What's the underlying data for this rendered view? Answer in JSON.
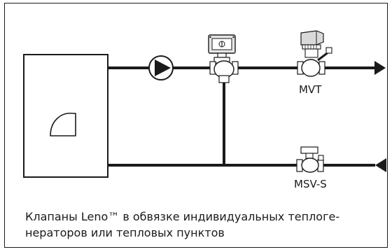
{
  "diagram": {
    "labels": {
      "valve_top": "MVT",
      "valve_bottom": "MSV-S"
    },
    "caption": {
      "line1": "Клапаны Leno™ в обвязке индивидуальных теплоге-",
      "line2": "нераторов или тепловых пунктов"
    },
    "icons": [
      "boiler-icon",
      "burner-fan-icon",
      "pump-icon",
      "three-way-valve-icon",
      "actuator-icon",
      "mvt-valve-icon",
      "msv-s-valve-icon",
      "flow-arrow-icon"
    ],
    "colors": {
      "line": "#1a1a1a",
      "fill": "#ffffff",
      "valve_body": "#d9d9d9"
    }
  }
}
